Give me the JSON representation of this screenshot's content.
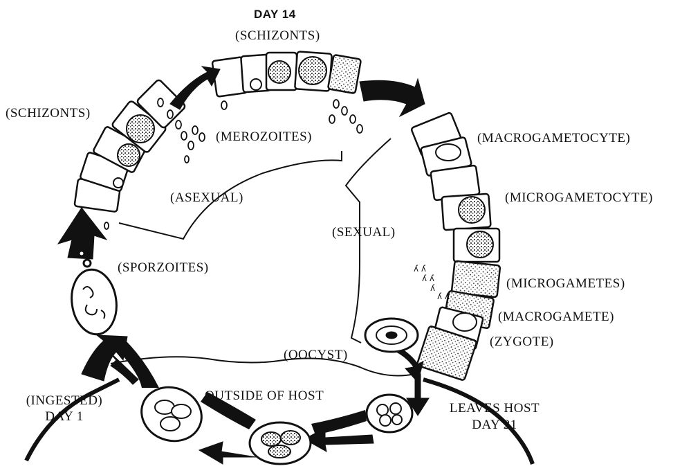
{
  "labels": {
    "day14": "DAY 14",
    "schizonts_top": "(SCHIZONTS)",
    "schizonts_left": "(SCHIZONTS)",
    "merozoites": "(MEROZOITES)",
    "asexual": "(ASEXUAL)",
    "sexual": "(SEXUAL)",
    "sporozoites": "(SPORZOITES)",
    "macrogametocyte": "(MACROGAMETOCYTE)",
    "microgametocyte": "(MICROGAMETOCYTE)",
    "microgametes": "(MICROGAMETES)",
    "macrogamete": "(MACROGAMETE)",
    "zygote": "(ZYGOTE)",
    "oocyst": "(OOCYST)",
    "outside_host": "OUTSIDE OF HOST",
    "ingested_line1": "(INGESTED)",
    "ingested_line2": "DAY 1",
    "leaves_line1": "LEAVES HOST",
    "leaves_line2": "DAY 21"
  },
  "colors": {
    "ink": "#111111",
    "paper": "#ffffff"
  }
}
